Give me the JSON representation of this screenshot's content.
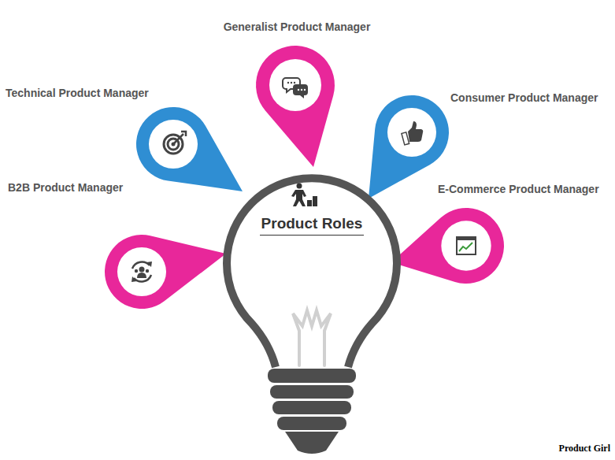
{
  "diagram": {
    "nodes": [
      {
        "text": [
          "Generalist Product Manager"
        ]
      },
      {
        "text": [
          "Technical Product Manager"
        ]
      },
      {
        "text": [
          "Consumer Product Manager"
        ]
      },
      {
        "text": [
          "B2B Product Manager"
        ]
      },
      {
        "text": [
          "E-Commerce Product Manager"
        ]
      },
      {
        "text": [
          "Product Roles"
        ]
      }
    ],
    "labels": [
      "Product Girl"
    ]
  }
}
